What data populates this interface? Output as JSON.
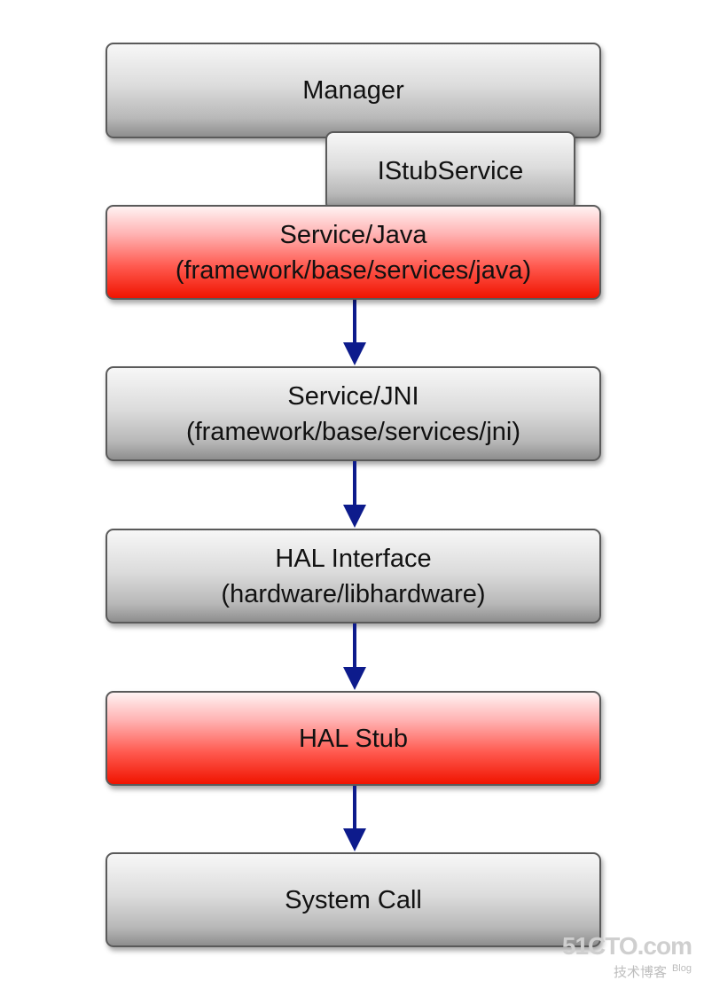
{
  "boxes": {
    "manager": {
      "line1": "Manager"
    },
    "istubservice": {
      "line1": "IStubService"
    },
    "service_java": {
      "line1": "Service/Java",
      "line2": "(framework/base/services/java)"
    },
    "service_jni": {
      "line1": "Service/JNI",
      "line2": "(framework/base/services/jni)"
    },
    "hal_interface": {
      "line1": "HAL Interface",
      "line2": "(hardware/libhardware)"
    },
    "hal_stub": {
      "line1": "HAL Stub"
    },
    "system_call": {
      "line1": "System Call"
    }
  },
  "watermark": {
    "site": "51CTO.com",
    "tagline": "技术博客",
    "blog": "Blog"
  },
  "colors": {
    "arrow": "#0d1b8c",
    "highlight_box": "#f01400",
    "normal_box": "#b8b8b8",
    "border": "#5a5a5a"
  }
}
